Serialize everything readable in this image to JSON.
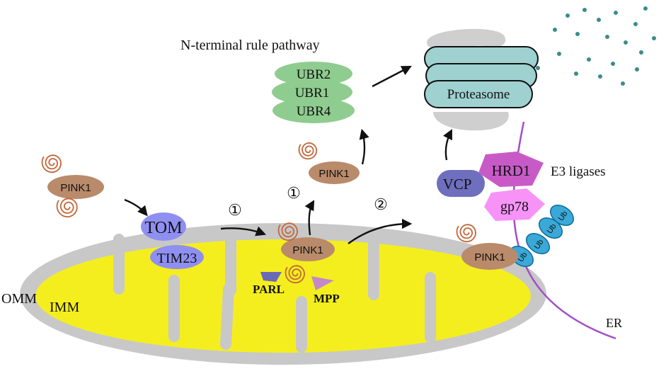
{
  "labels": {
    "pathway_title": "N-terminal rule pathway",
    "ubr2": "UBR2",
    "ubr1": "UBR1",
    "ubr4": "UBR4",
    "proteasome": "Proteasome",
    "pink1": "PINK1",
    "tom": "TOM",
    "tim23": "TIM23",
    "parl": "PARL",
    "mpp": "MPP",
    "omm": "OMM",
    "imm": "IMM",
    "vcp": "VCP",
    "hrd1": "HRD1",
    "gp78": "gp78",
    "e3_ligases": "E3 ligases",
    "ub": "Ub",
    "er": "ER",
    "step_1": "①",
    "step_2": "②"
  },
  "colors": {
    "outer_membrane": "#c8c8c8",
    "matrix": "#f5ee1e",
    "pink1": "#b98b6a",
    "tom_tim": "#8f8ff2",
    "ubr": "#8fcc8f",
    "proteasome": "#9ed1cf",
    "proteasome_cap": "#cfcfcf",
    "vcp": "#6f6fbf",
    "hrd1": "#c85ac8",
    "gp78": "#f793f7",
    "ub": "#3aa9d8",
    "er_line": "#a14ec9",
    "protein_coil": "#c2673a",
    "parl": "#6a6ab8",
    "mpp": "#c389c8",
    "fragments": "#3a8c8c"
  }
}
